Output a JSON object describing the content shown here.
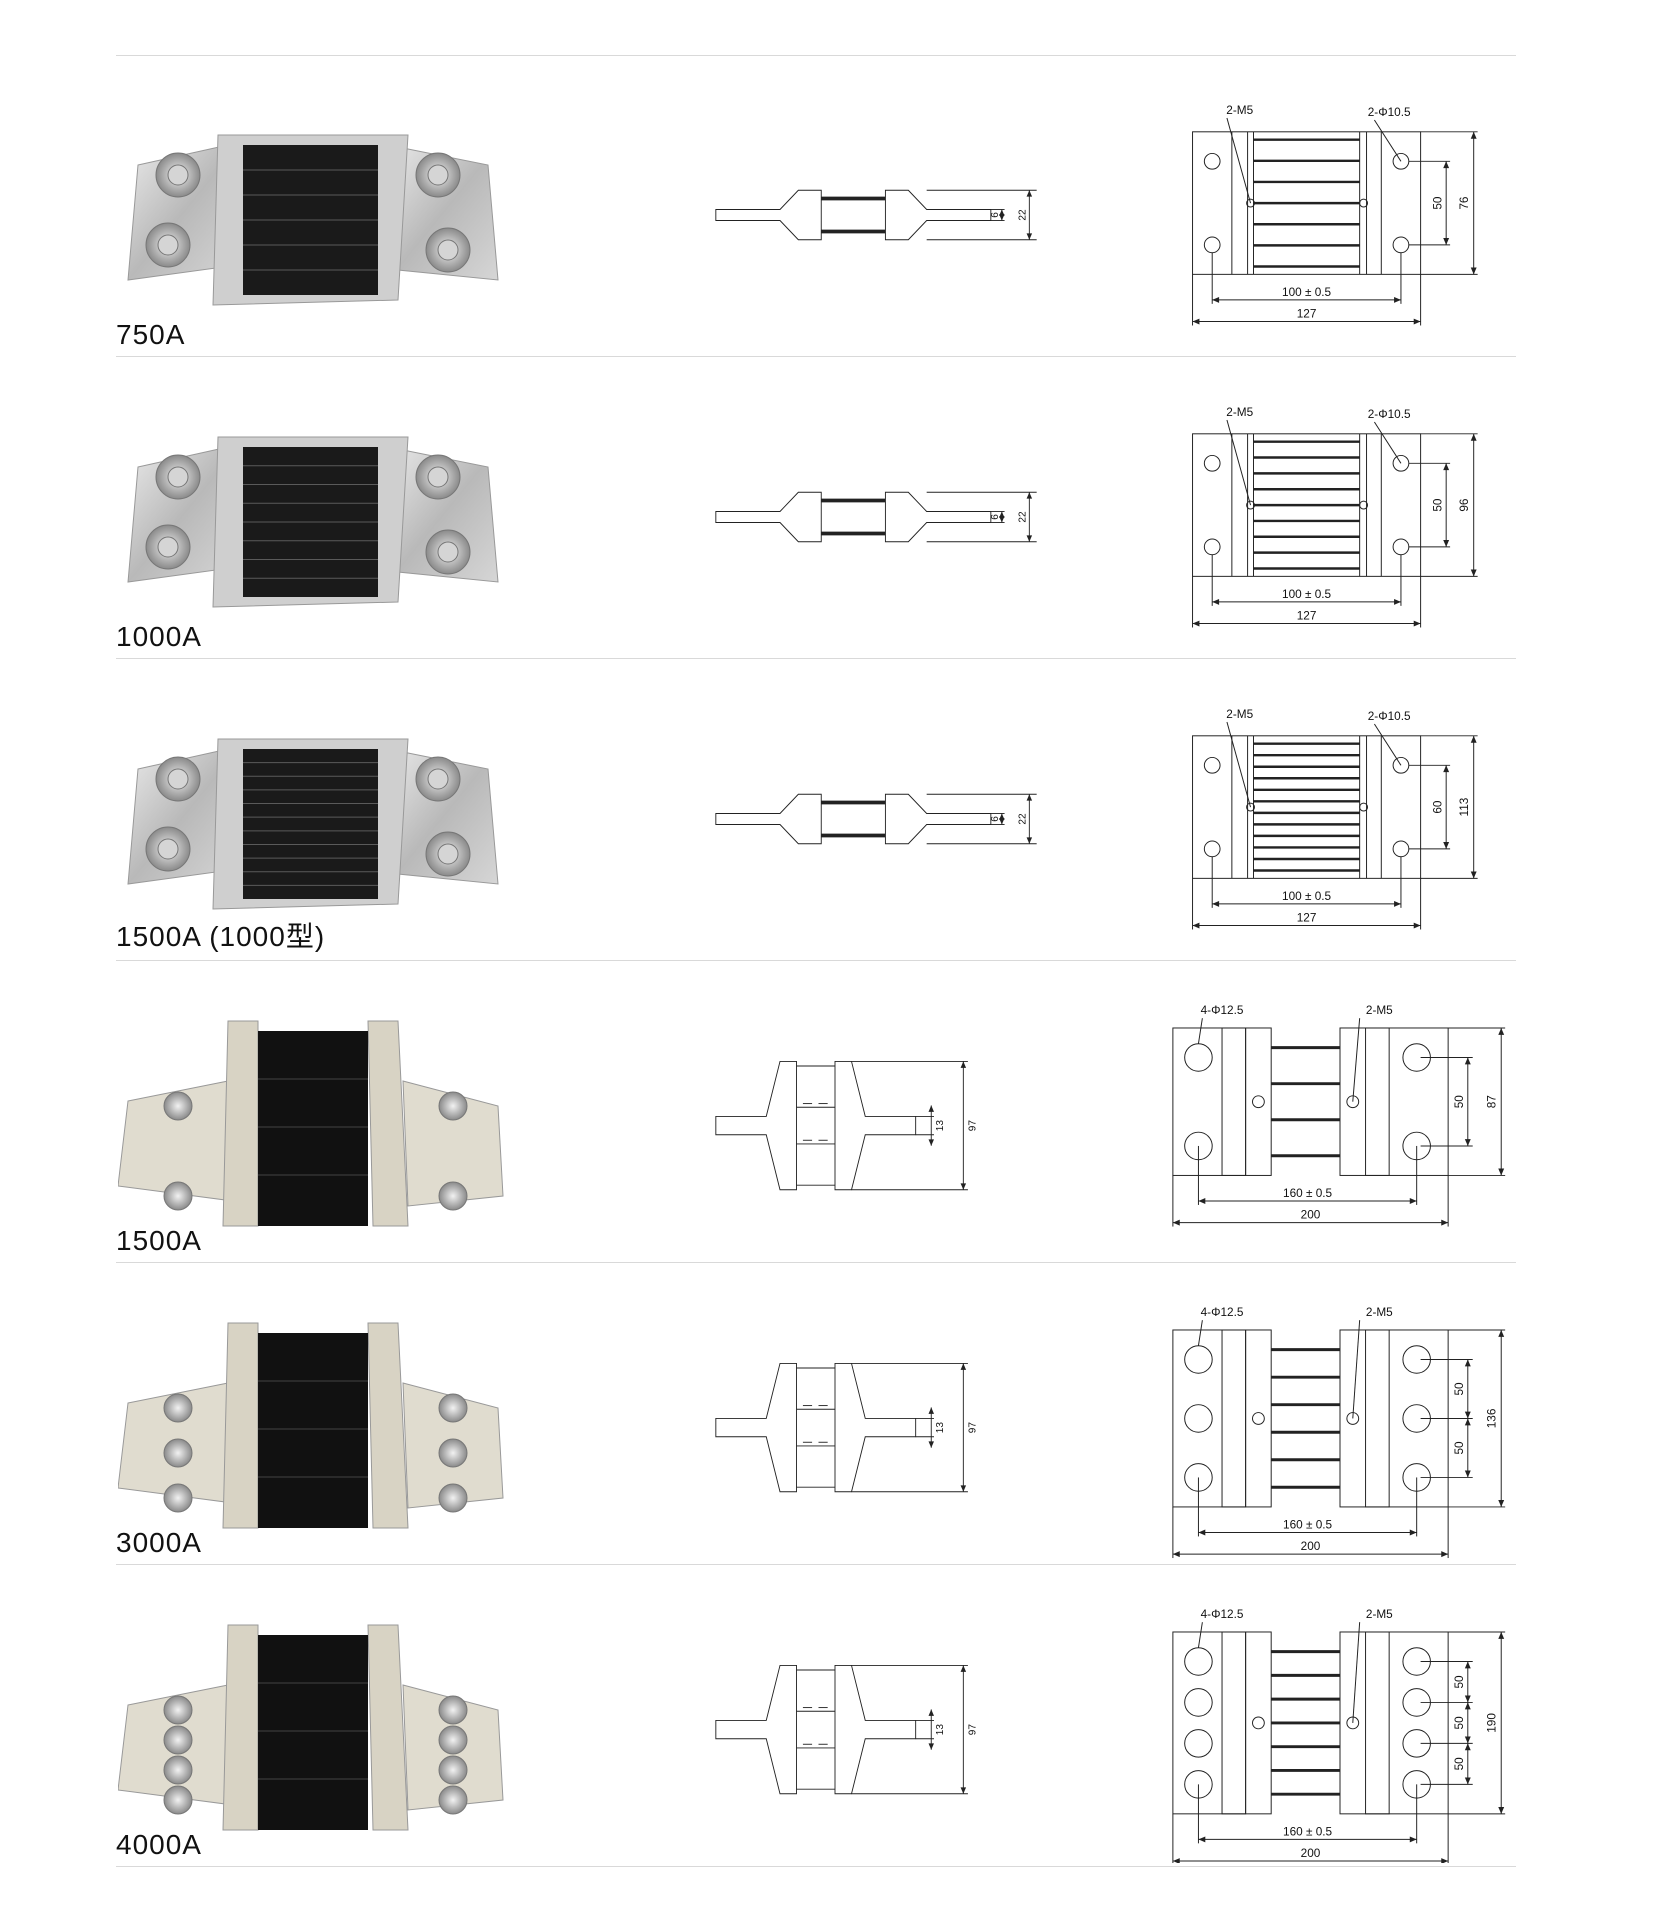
{
  "products": [
    {
      "rating": "750A",
      "kind": "small",
      "blocks": 6,
      "side": {
        "thin": "6",
        "thick": "22"
      },
      "plan": {
        "holes_label": "2-M5",
        "dia_label": "2-Φ10.5",
        "dim_a": "50",
        "dim_total": "76",
        "pitch": "100 ± 0.5",
        "length": "127"
      }
    },
    {
      "rating": "1000A",
      "kind": "small",
      "blocks": 8,
      "side": {
        "thin": "6",
        "thick": "22"
      },
      "plan": {
        "holes_label": "2-M5",
        "dia_label": "2-Φ10.5",
        "dim_a": "50",
        "dim_total": "96",
        "pitch": "100 ± 0.5",
        "length": "127"
      }
    },
    {
      "rating": "1500A (1000型)",
      "kind": "small",
      "blocks": 11,
      "side": {
        "thin": "6",
        "thick": "22"
      },
      "plan": {
        "holes_label": "2-M5",
        "dia_label": "2-Φ10.5",
        "dim_a": "60",
        "dim_total": "113",
        "pitch": "100 ± 0.5",
        "length": "127"
      }
    },
    {
      "rating": "1500A",
      "kind": "large",
      "holes_per_side": 2,
      "side": {
        "thin": "13",
        "thick": "97"
      },
      "plan": {
        "dia_label": "4-Φ12.5",
        "holes_label": "2-M5",
        "spacings": [
          "50"
        ],
        "dim_total": "87",
        "pitch": "160 ± 0.5",
        "length": "200"
      }
    },
    {
      "rating": "3000A",
      "kind": "large",
      "holes_per_side": 3,
      "side": {
        "thin": "13",
        "thick": "97"
      },
      "plan": {
        "dia_label": "4-Φ12.5",
        "holes_label": "2-M5",
        "spacings": [
          "50",
          "50"
        ],
        "dim_total": "136",
        "pitch": "160 ± 0.5",
        "length": "200"
      }
    },
    {
      "rating": "4000A",
      "kind": "large",
      "holes_per_side": 4,
      "side": {
        "thin": "13",
        "thick": "97"
      },
      "plan": {
        "dia_label": "4-Φ12.5",
        "holes_label": "2-M5",
        "spacings": [
          "50",
          "50",
          "50"
        ],
        "dim_total": "190",
        "pitch": "160 ± 0.5",
        "length": "200"
      }
    }
  ]
}
